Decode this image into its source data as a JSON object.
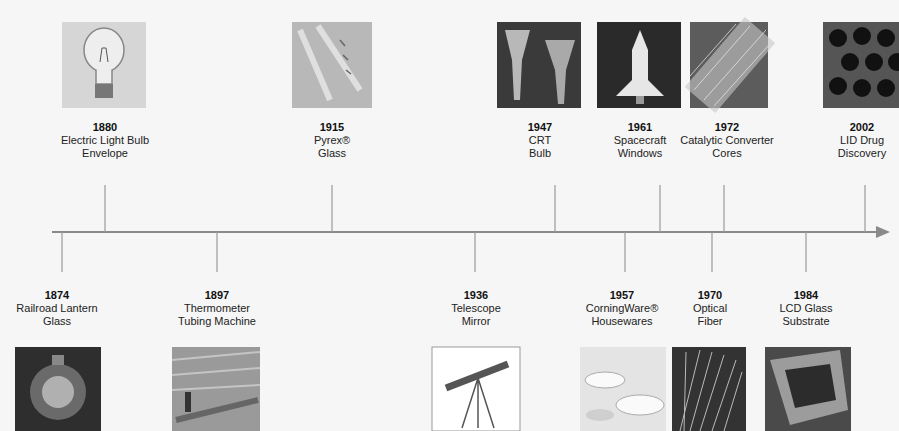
{
  "diagram": {
    "labels": [
      "1874",
      "Railroad Lantern Glass",
      "1880",
      "Electric Light Bulb Envelope",
      "1897",
      "Thermometer Tubing Machine",
      "1915",
      "Pyrex® Glass",
      "1936",
      "Telescope Mirror",
      "1947",
      "CRT Bulb",
      "1957",
      "CorningWare® Housewares",
      "1961",
      "Spacecraft Windows",
      "1970",
      "Optical Fiber",
      "1972",
      "Catalytic Converter Cores",
      "1984",
      "LCD Glass Substrate",
      "2002",
      "LID Drug Discovery"
    ]
  }
}
